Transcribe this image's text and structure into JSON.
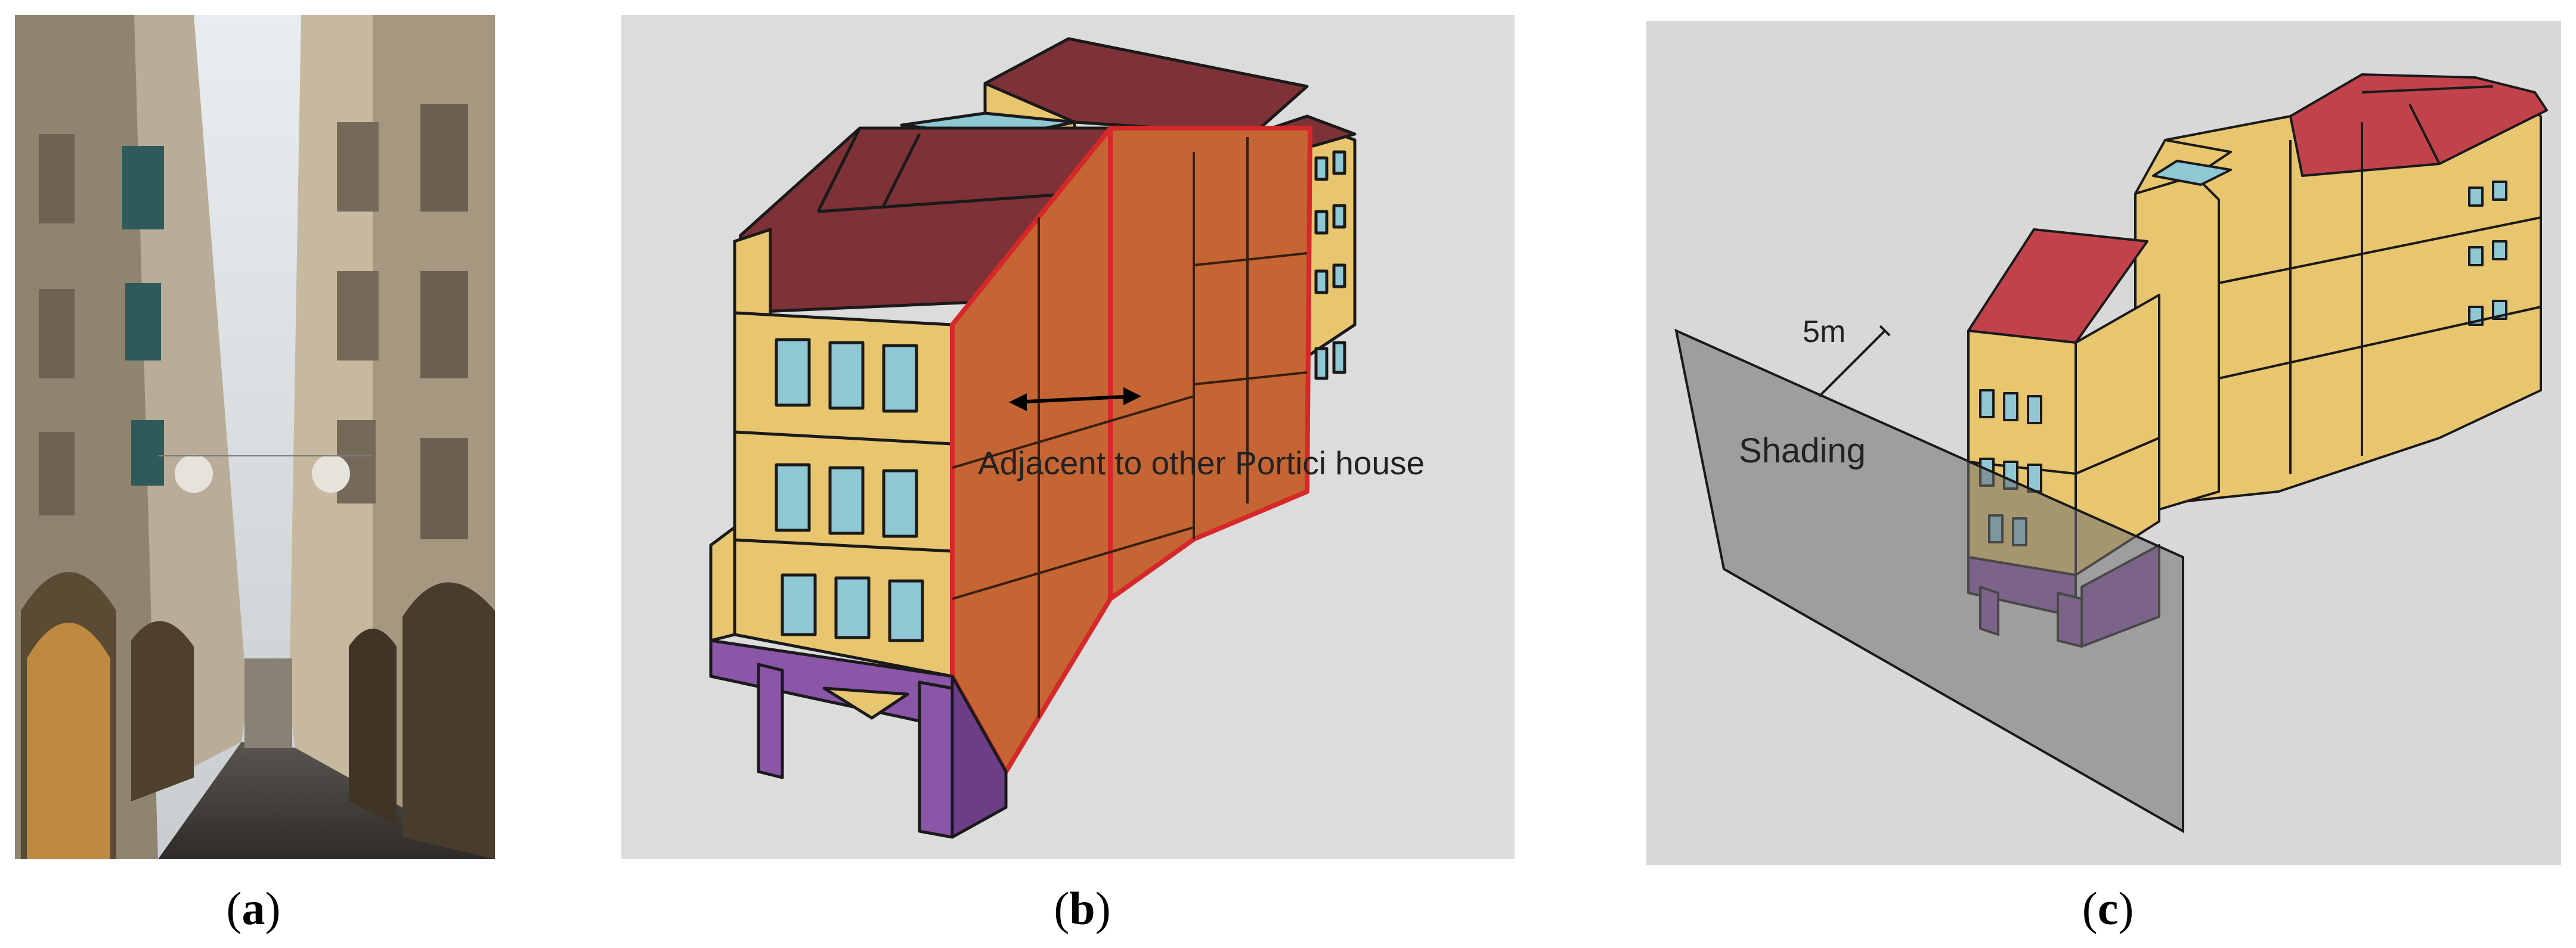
{
  "panels": [
    {
      "id": "a",
      "caption_open": "(",
      "caption_letter": "a",
      "caption_close": ")"
    },
    {
      "id": "b",
      "caption_open": "(",
      "caption_letter": "b",
      "caption_close": ")",
      "annotation": "Adjacent to other Portici house"
    },
    {
      "id": "c",
      "caption_open": "(",
      "caption_letter": "c",
      "caption_close": ")",
      "shading_label": "Shading",
      "distance_label": "5m"
    }
  ],
  "colors": {
    "wall": "#e8c56f",
    "roof": "#7e3237",
    "roof_c": "#c2424c",
    "adjacent_wall": "#c56534",
    "highlight": "#d62828",
    "columns": "#8b55a8",
    "window": "#8fc7d4",
    "background_b": "#dcdcdc",
    "background_c": "#d8d8d8"
  }
}
